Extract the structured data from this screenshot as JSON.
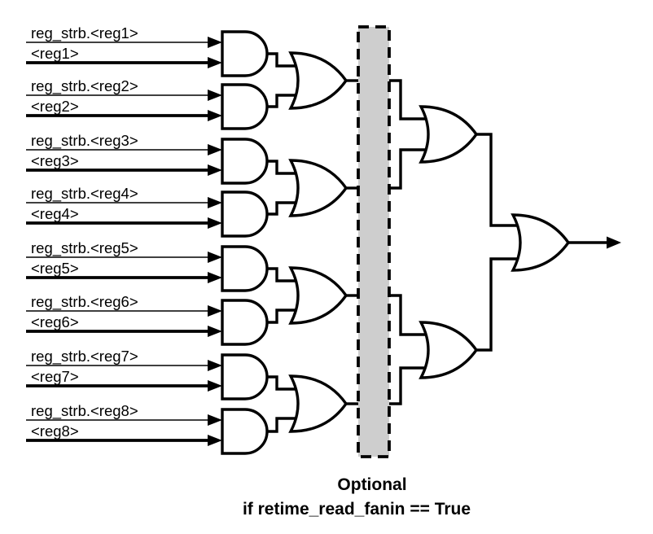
{
  "diagram": {
    "type": "logic-gate-fanin-tree",
    "inputs": [
      {
        "strobe": "reg_strb.<reg1>",
        "value": "<reg1>"
      },
      {
        "strobe": "reg_strb.<reg2>",
        "value": "<reg2>"
      },
      {
        "strobe": "reg_strb.<reg3>",
        "value": "<reg3>"
      },
      {
        "strobe": "reg_strb.<reg4>",
        "value": "<reg4>"
      },
      {
        "strobe": "reg_strb.<reg5>",
        "value": "<reg5>"
      },
      {
        "strobe": "reg_strb.<reg6>",
        "value": "<reg6>"
      },
      {
        "strobe": "reg_strb.<reg7>",
        "value": "<reg7>"
      },
      {
        "strobe": "reg_strb.<reg8>",
        "value": "<reg8>"
      }
    ],
    "optional_box": {
      "caption_line1": "Optional",
      "caption_line2": "if retime_read_fanin == True",
      "fill_color": "#cecece"
    },
    "colors": {
      "line": "#000000",
      "background": "#ffffff"
    }
  }
}
